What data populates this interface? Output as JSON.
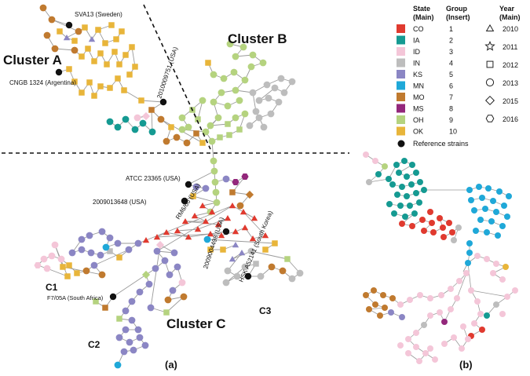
{
  "panels": {
    "a_label": "(a)",
    "b_label": "(b)"
  },
  "clusters": {
    "a": "Cluster A",
    "b": "Cluster B",
    "c": "Cluster C",
    "c1": "C1",
    "c2": "C2",
    "c3": "C3"
  },
  "reference_strains": [
    "SVA13 (Sweden)",
    "CNGB 1324 (Argentina)",
    "2010009751 (USA)",
    "ATCC 23365 (USA)",
    "2009013648 (USA)",
    "RM6/66 (USA)",
    "2009004498 (USA)",
    "HSK A52141 (South Korea)",
    "F7/05A (South Africa)"
  ],
  "legend": {
    "state_header_1": "State",
    "state_header_2": "(Main)",
    "group_header_1": "Group",
    "group_header_2": "(Insert)",
    "year_header_1": "Year",
    "year_header_2": "(Main)",
    "states": [
      {
        "state": "CO",
        "group": "1",
        "color": "#e03a2f"
      },
      {
        "state": "IA",
        "group": "2",
        "color": "#159a92"
      },
      {
        "state": "ID",
        "group": "3",
        "color": "#f4c6d8"
      },
      {
        "state": "IN",
        "group": "4",
        "color": "#bdbdbd"
      },
      {
        "state": "KS",
        "group": "5",
        "color": "#8b86c4"
      },
      {
        "state": "MN",
        "group": "6",
        "color": "#1fa8d8"
      },
      {
        "state": "MO",
        "group": "7",
        "color": "#c07a2f"
      },
      {
        "state": "MS",
        "group": "8",
        "color": "#93277b"
      },
      {
        "state": "OH",
        "group": "9",
        "color": "#b5d37f"
      },
      {
        "state": "OK",
        "group": "10",
        "color": "#e8b53a"
      }
    ],
    "reference": "Reference strains",
    "years": [
      {
        "year": "2010",
        "shape": "triangle"
      },
      {
        "year": "2011",
        "shape": "star"
      },
      {
        "year": "2012",
        "shape": "square"
      },
      {
        "year": "2013",
        "shape": "circle"
      },
      {
        "year": "2015",
        "shape": "diamond"
      },
      {
        "year": "2016",
        "shape": "hexagon"
      }
    ]
  }
}
